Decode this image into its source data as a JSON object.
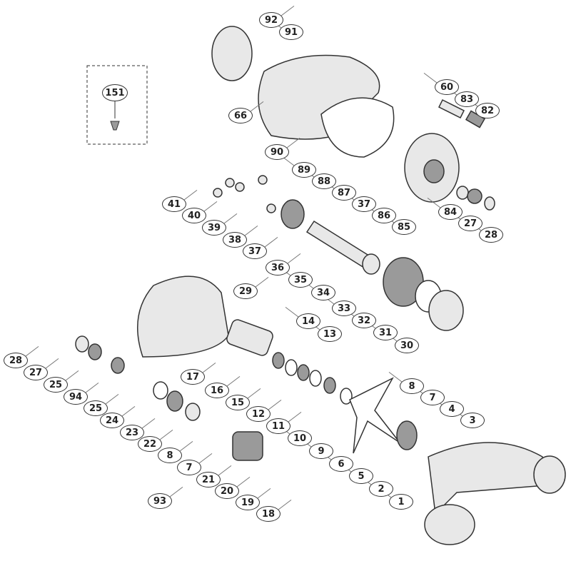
{
  "diagram": {
    "inset_callout": "151",
    "callouts": [
      "92",
      "91",
      "66",
      "60",
      "83",
      "82",
      "90",
      "89",
      "88",
      "87",
      "37",
      "86",
      "85",
      "84",
      "27",
      "28",
      "41",
      "40",
      "39",
      "38",
      "37",
      "36",
      "35",
      "34",
      "33",
      "32",
      "31",
      "30",
      "29",
      "14",
      "13",
      "28",
      "27",
      "25",
      "94",
      "25",
      "17",
      "16",
      "15",
      "12",
      "11",
      "10",
      "9",
      "6",
      "5",
      "2",
      "1",
      "8",
      "7",
      "4",
      "3",
      "24",
      "23",
      "22",
      "8",
      "7",
      "21",
      "20",
      "19",
      "18",
      "93"
    ]
  },
  "colors": {
    "line": "#333333",
    "part_fill": "#e8e8e8",
    "part_shade": "#9a9a9a"
  }
}
